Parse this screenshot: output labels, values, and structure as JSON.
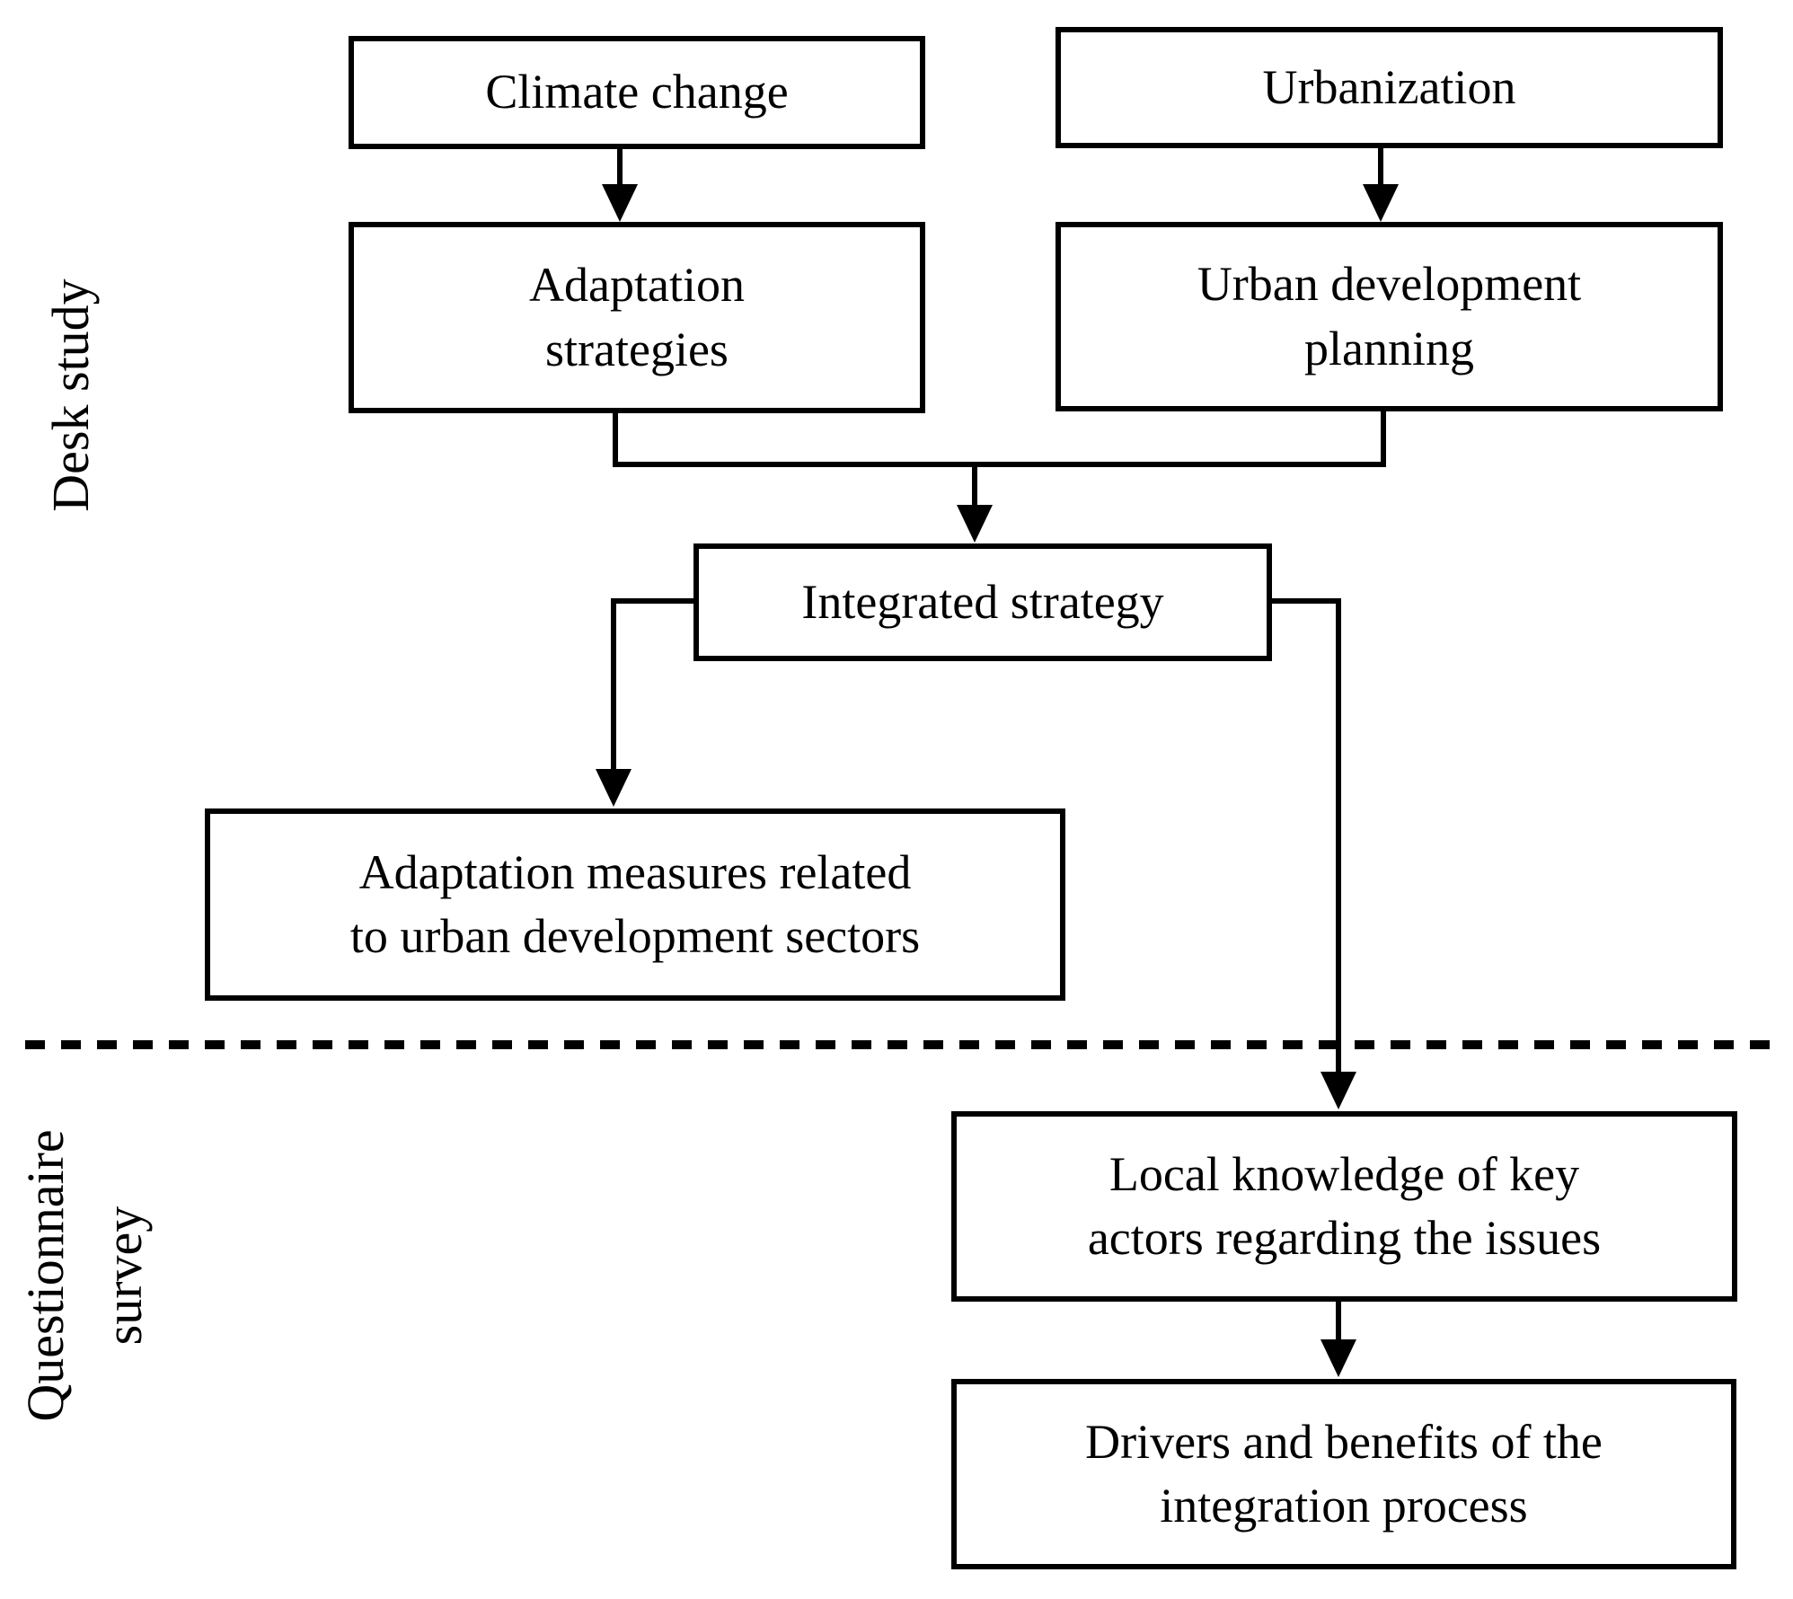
{
  "diagram": {
    "sections": {
      "desk_study": {
        "label": "Desk study"
      },
      "questionnaire_survey": {
        "label": "Questionnaire\nsurvey"
      }
    },
    "nodes": {
      "climate_change": {
        "label": "Climate change"
      },
      "urbanization": {
        "label": "Urbanization"
      },
      "adaptation_strategies": {
        "label": "Adaptation\nstrategies"
      },
      "urban_development_planning": {
        "label": "Urban development\nplanning"
      },
      "integrated_strategy": {
        "label": "Integrated strategy"
      },
      "adaptation_measures": {
        "label": "Adaptation measures related\nto urban development sectors"
      },
      "local_knowledge": {
        "label": "Local knowledge of key\nactors regarding the issues"
      },
      "drivers_benefits": {
        "label": "Drivers and benefits of the\nintegration process"
      }
    },
    "edges": [
      {
        "from": "climate_change",
        "to": "adaptation_strategies"
      },
      {
        "from": "urbanization",
        "to": "urban_development_planning"
      },
      {
        "from": "adaptation_strategies",
        "to": "integrated_strategy"
      },
      {
        "from": "urban_development_planning",
        "to": "integrated_strategy"
      },
      {
        "from": "integrated_strategy",
        "to": "adaptation_measures"
      },
      {
        "from": "integrated_strategy",
        "to": "local_knowledge"
      },
      {
        "from": "local_knowledge",
        "to": "drivers_benefits"
      }
    ],
    "colors": {
      "line": "#000000",
      "background": "#ffffff"
    }
  }
}
